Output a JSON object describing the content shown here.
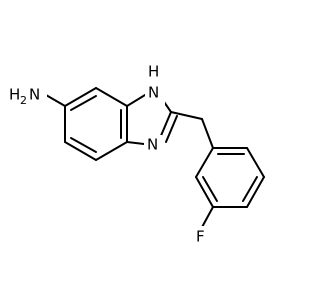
{
  "molecule": {
    "atom_labels": {
      "amine_h2": "H",
      "amine_2": "2",
      "amine_n": "N",
      "imidazole_h": "H",
      "imidazole_nh": "N",
      "imidazole_n": "N",
      "fluorine": "F"
    },
    "colors": {
      "bond": "#000000",
      "label": "#000000",
      "background": "#ffffff"
    }
  }
}
